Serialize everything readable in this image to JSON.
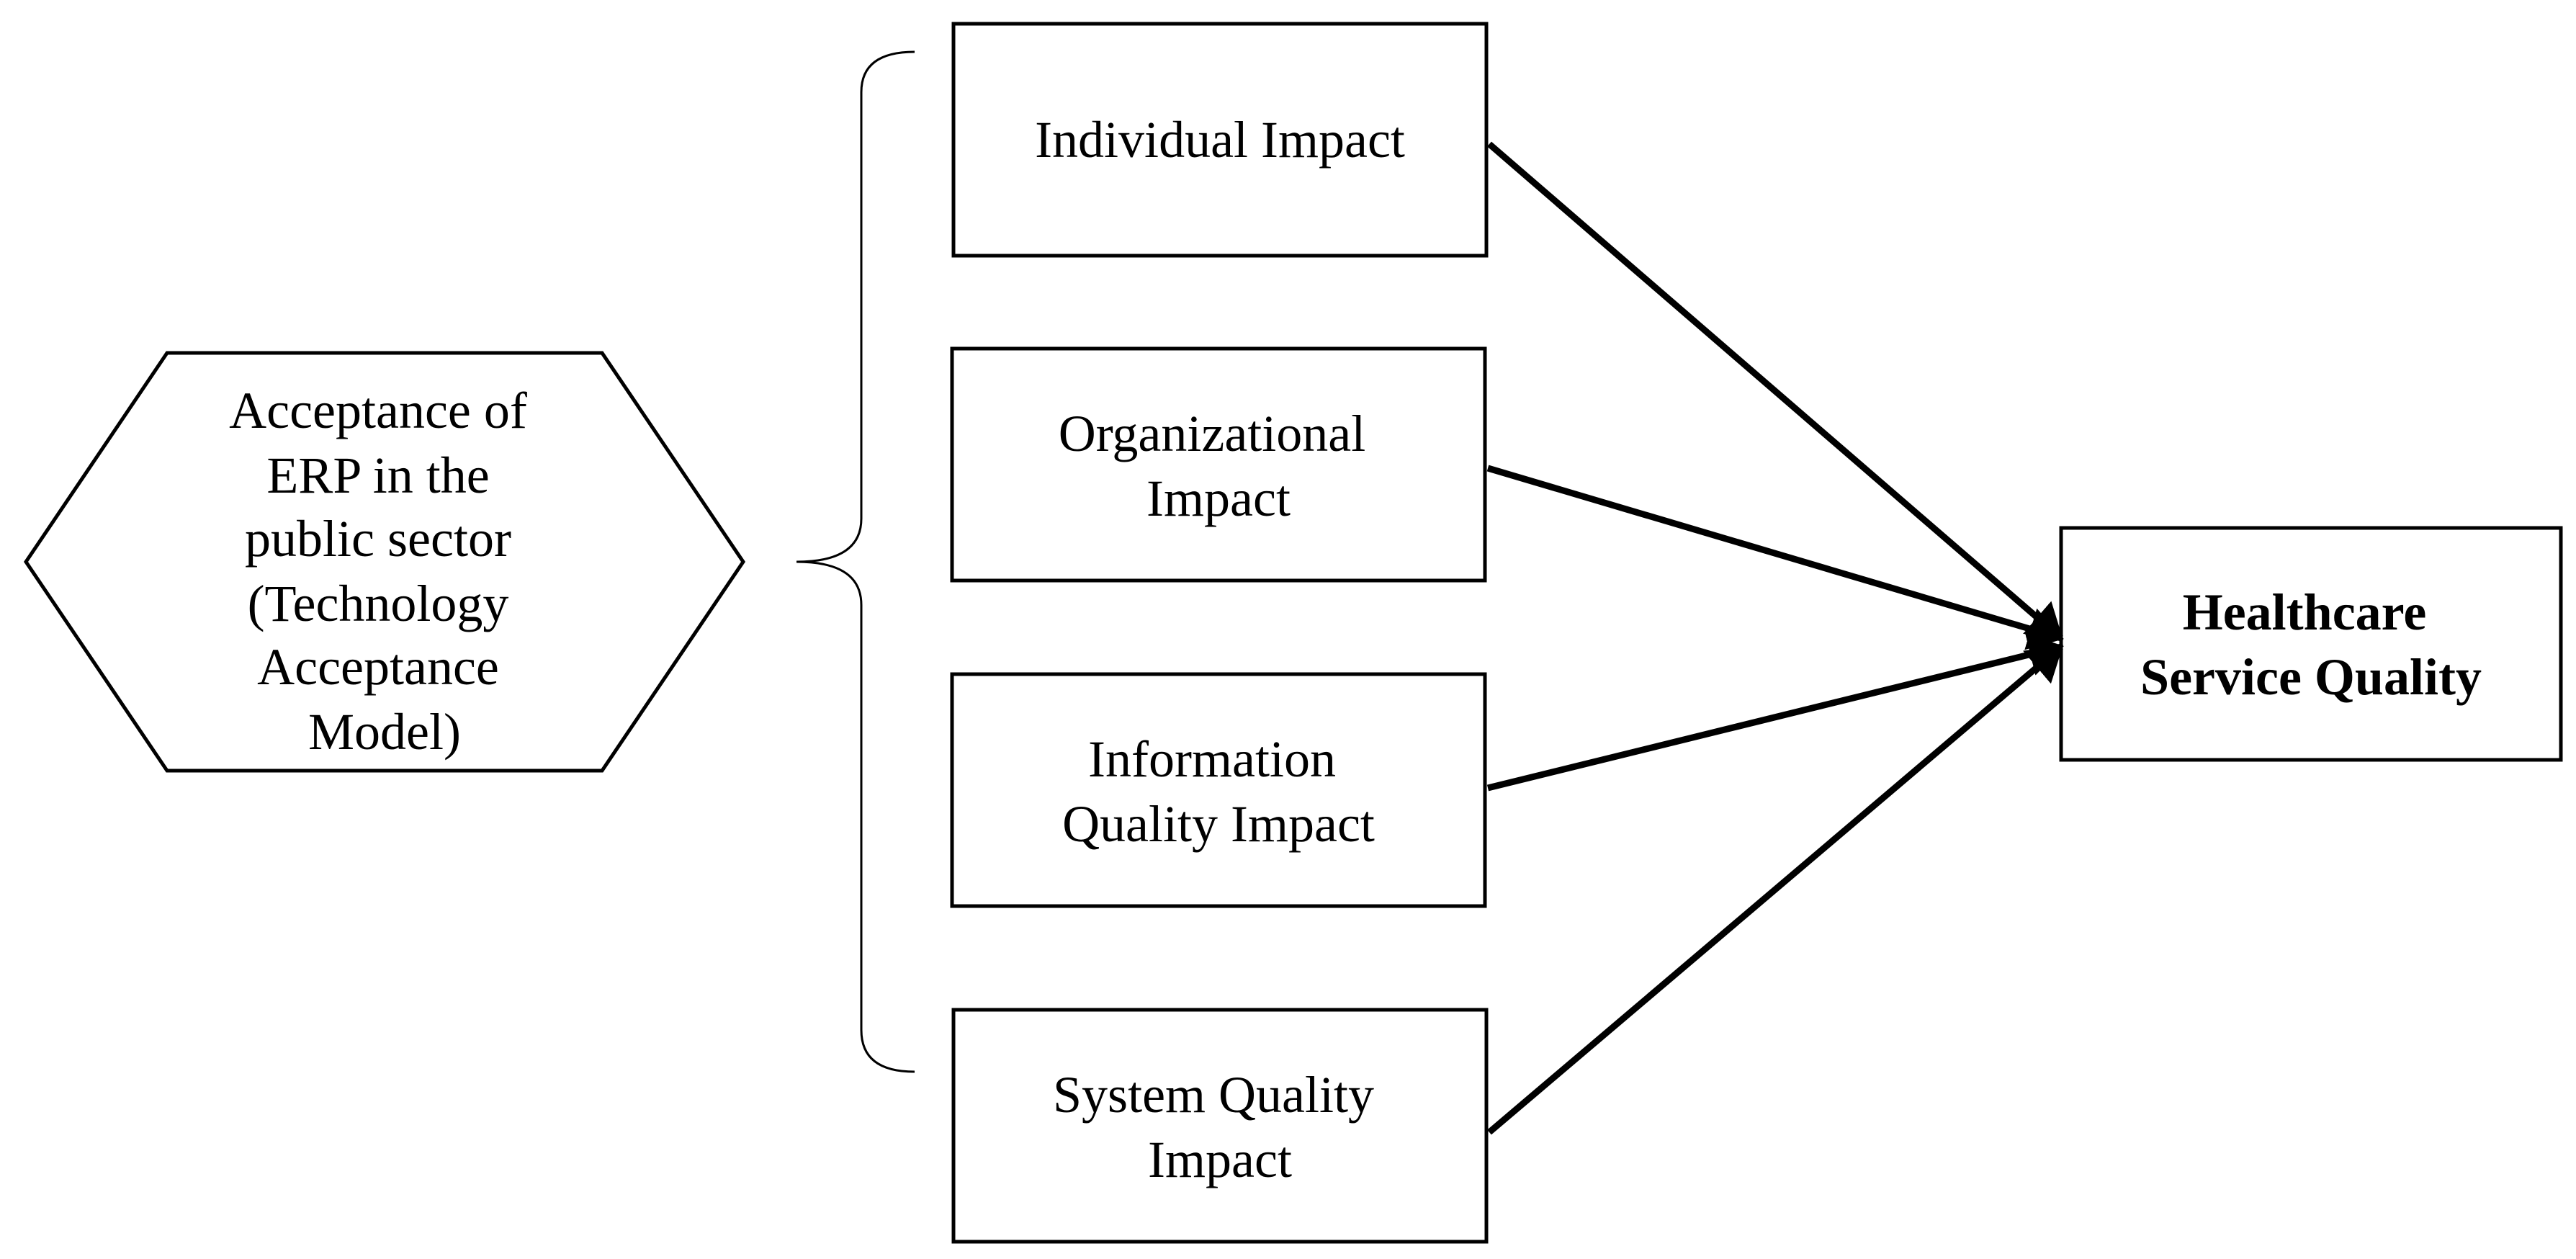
{
  "diagram": {
    "source_node": {
      "lines": [
        "Acceptance of",
        "ERP in the",
        "public sector",
        "(Technology",
        "Acceptance",
        "Model)"
      ]
    },
    "impact_nodes": [
      {
        "id": "individual-impact",
        "lines": [
          "Individual Impact"
        ]
      },
      {
        "id": "organizational-impact",
        "lines": [
          "Organizational",
          "Impact"
        ]
      },
      {
        "id": "information-quality-impact",
        "lines": [
          "Information",
          "Quality Impact"
        ]
      },
      {
        "id": "system-quality-impact",
        "lines": [
          "System Quality",
          "Impact"
        ]
      }
    ],
    "target_node": {
      "lines": [
        "Healthcare",
        "Service Quality"
      ]
    },
    "colors": {
      "stroke": "#000000",
      "fill": "#ffffff",
      "text": "#000000"
    }
  }
}
